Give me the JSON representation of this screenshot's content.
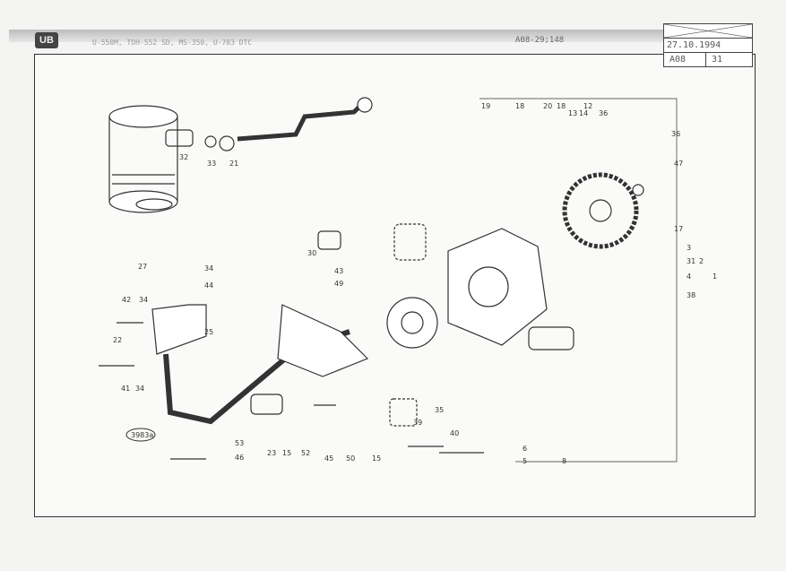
{
  "header": {
    "logo": "UB",
    "models": "U-550M, TDH-552 SD, MS-350, U-703 DTC",
    "doc_number": "A08-29;148"
  },
  "stamp": {
    "date": "27.10.1994",
    "group": "A08",
    "page": "31"
  },
  "figure_code": "3983a",
  "callouts": [
    "19",
    "18",
    "20",
    "18",
    "12",
    "13",
    "14",
    "36",
    "36",
    "47",
    "17",
    "3",
    "31",
    "2",
    "4",
    "1",
    "38",
    "8",
    "5",
    "6",
    "32",
    "33",
    "21",
    "27",
    "30",
    "34",
    "44",
    "42",
    "34",
    "22",
    "25",
    "41",
    "34",
    "43",
    "49",
    "35",
    "39",
    "40",
    "53",
    "46",
    "23",
    "15",
    "52",
    "45",
    "50",
    "15"
  ]
}
